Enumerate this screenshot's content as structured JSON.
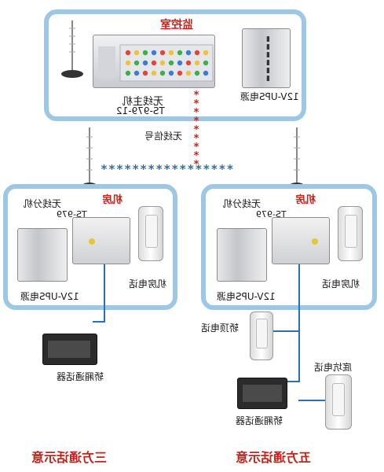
{
  "monitor_room": {
    "title": "监控室",
    "host_label": "无线主机",
    "host_model": "TS-979-12",
    "psu_label": "12V-UPS电源"
  },
  "wireless_signal": "无线信号",
  "left_room": {
    "title": "机房",
    "sub_label": "无线分机",
    "sub_model": "TS-979",
    "psu_label": "12V-UPS电源",
    "phone_label": "机房电话",
    "intercom_label": "轿厢通话器"
  },
  "right_room": {
    "title": "机房",
    "sub_label": "无线分机",
    "sub_model": "TS-979",
    "psu_label": "12V-UPS电源",
    "phone_label": "机房电话",
    "car_top_label": "轿顶电话",
    "pit_label": "底坑电话",
    "intercom_label": "轿厢通话器"
  },
  "captions": {
    "three_way": "三方通话示意",
    "five_way": "五方通话示意"
  },
  "colors": {
    "frame": "#9cc8e6",
    "signal": "#2a6fb8",
    "title_red": "#c4241c"
  }
}
